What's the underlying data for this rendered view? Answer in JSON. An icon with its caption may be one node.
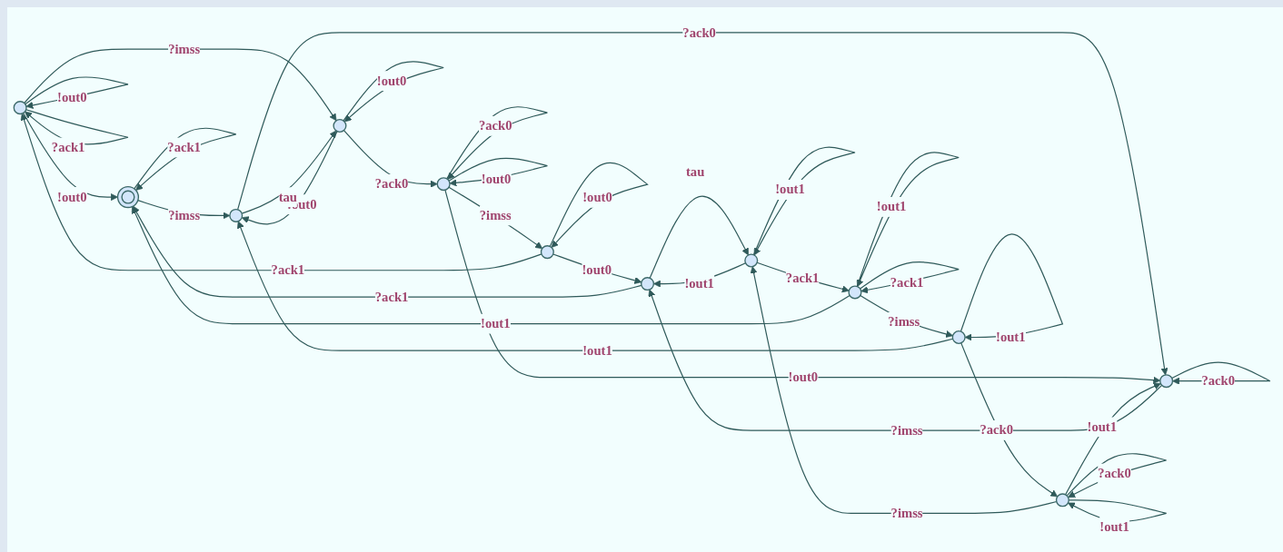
{
  "diagram": {
    "nodes": [
      {
        "text": [],
        "shape": "circle"
      },
      {
        "text": [],
        "shape": "circle"
      },
      {
        "text": [],
        "shape": "circle"
      },
      {
        "text": [],
        "shape": "circle"
      },
      {
        "text": [],
        "shape": "circle"
      },
      {
        "text": [],
        "shape": "circle"
      },
      {
        "text": [],
        "shape": "circle"
      },
      {
        "text": [],
        "shape": "circle"
      },
      {
        "text": [],
        "shape": "circle"
      },
      {
        "text": [],
        "shape": "circle"
      },
      {
        "text": [],
        "shape": "circle"
      },
      {
        "text": [],
        "shape": "circle"
      }
    ],
    "edges": [
      {
        "from": 0,
        "to": 0,
        "label": "!out0",
        "arrow": "to"
      },
      {
        "from": 0,
        "to": 0,
        "label": "?ack1",
        "arrow": "to"
      },
      {
        "from": 1,
        "to": 1,
        "label": "?ack1",
        "arrow": "to"
      },
      {
        "from": 2,
        "to": 2,
        "label": "!out1",
        "arrow": "to"
      },
      {
        "from": 2,
        "to": 2,
        "label": "?ack1",
        "arrow": "to"
      },
      {
        "from": 0,
        "to": 1,
        "label": "!out0",
        "arrow": "to"
      },
      {
        "from": 2,
        "to": 1,
        "label": "!out1",
        "arrow": "to"
      },
      {
        "from": 0,
        "to": 3,
        "label": "?imss",
        "arrow": "to"
      },
      {
        "from": 1,
        "to": 4,
        "label": "?imss",
        "arrow": "to"
      },
      {
        "from": 2,
        "to": 5,
        "label": "?imss",
        "arrow": "to"
      },
      {
        "from": 6,
        "to": 0,
        "label": "?ack1",
        "arrow": "to"
      },
      {
        "from": 7,
        "to": 1,
        "label": "?ack1",
        "arrow": "to"
      },
      {
        "from": 8,
        "to": 2,
        "label": "?ack1",
        "arrow": "to"
      },
      {
        "from": 3,
        "to": 3,
        "label": "!out0",
        "arrow": "to"
      },
      {
        "from": 3,
        "to": 4,
        "label": "!out0",
        "arrow": "to"
      },
      {
        "from": 4,
        "to": 3,
        "label": "tau",
        "arrow": "to"
      },
      {
        "from": 5,
        "to": 5,
        "label": "!out1",
        "arrow": "to"
      },
      {
        "from": 5,
        "to": 4,
        "label": "!out1",
        "arrow": "to"
      },
      {
        "from": 6,
        "to": 6,
        "label": "!out0",
        "arrow": "to"
      },
      {
        "from": 6,
        "to": 7,
        "label": "!out0",
        "arrow": "to"
      },
      {
        "from": 8,
        "to": 7,
        "label": "!out1",
        "arrow": "to"
      },
      {
        "from": 7,
        "to": 8,
        "label": "tau",
        "arrow": "to"
      },
      {
        "from": 8,
        "to": 8,
        "label": "!out1",
        "arrow": "to"
      },
      {
        "from": 3,
        "to": 9,
        "label": "?ack0",
        "arrow": "to"
      },
      {
        "from": 4,
        "to": 10,
        "label": "?ack0",
        "arrow": "to"
      },
      {
        "from": 5,
        "to": 11,
        "label": "?ack0",
        "arrow": "to"
      },
      {
        "from": 9,
        "to": 6,
        "label": "?imss",
        "arrow": "to"
      },
      {
        "from": 10,
        "to": 7,
        "label": "?imss",
        "arrow": "to"
      },
      {
        "from": 11,
        "to": 8,
        "label": "?imss",
        "arrow": "to"
      },
      {
        "from": 9,
        "to": 9,
        "label": "?ack0",
        "arrow": "to"
      },
      {
        "from": 9,
        "to": 9,
        "label": "!out0",
        "arrow": "to"
      },
      {
        "from": 10,
        "to": 10,
        "label": "?ack0",
        "arrow": "to"
      },
      {
        "from": 11,
        "to": 11,
        "label": "?ack0",
        "arrow": "to"
      },
      {
        "from": 11,
        "to": 11,
        "label": "!out1",
        "arrow": "to"
      },
      {
        "from": 9,
        "to": 10,
        "label": "!out0",
        "arrow": "to"
      },
      {
        "from": 11,
        "to": 10,
        "label": "!out1",
        "arrow": "to"
      }
    ]
  }
}
